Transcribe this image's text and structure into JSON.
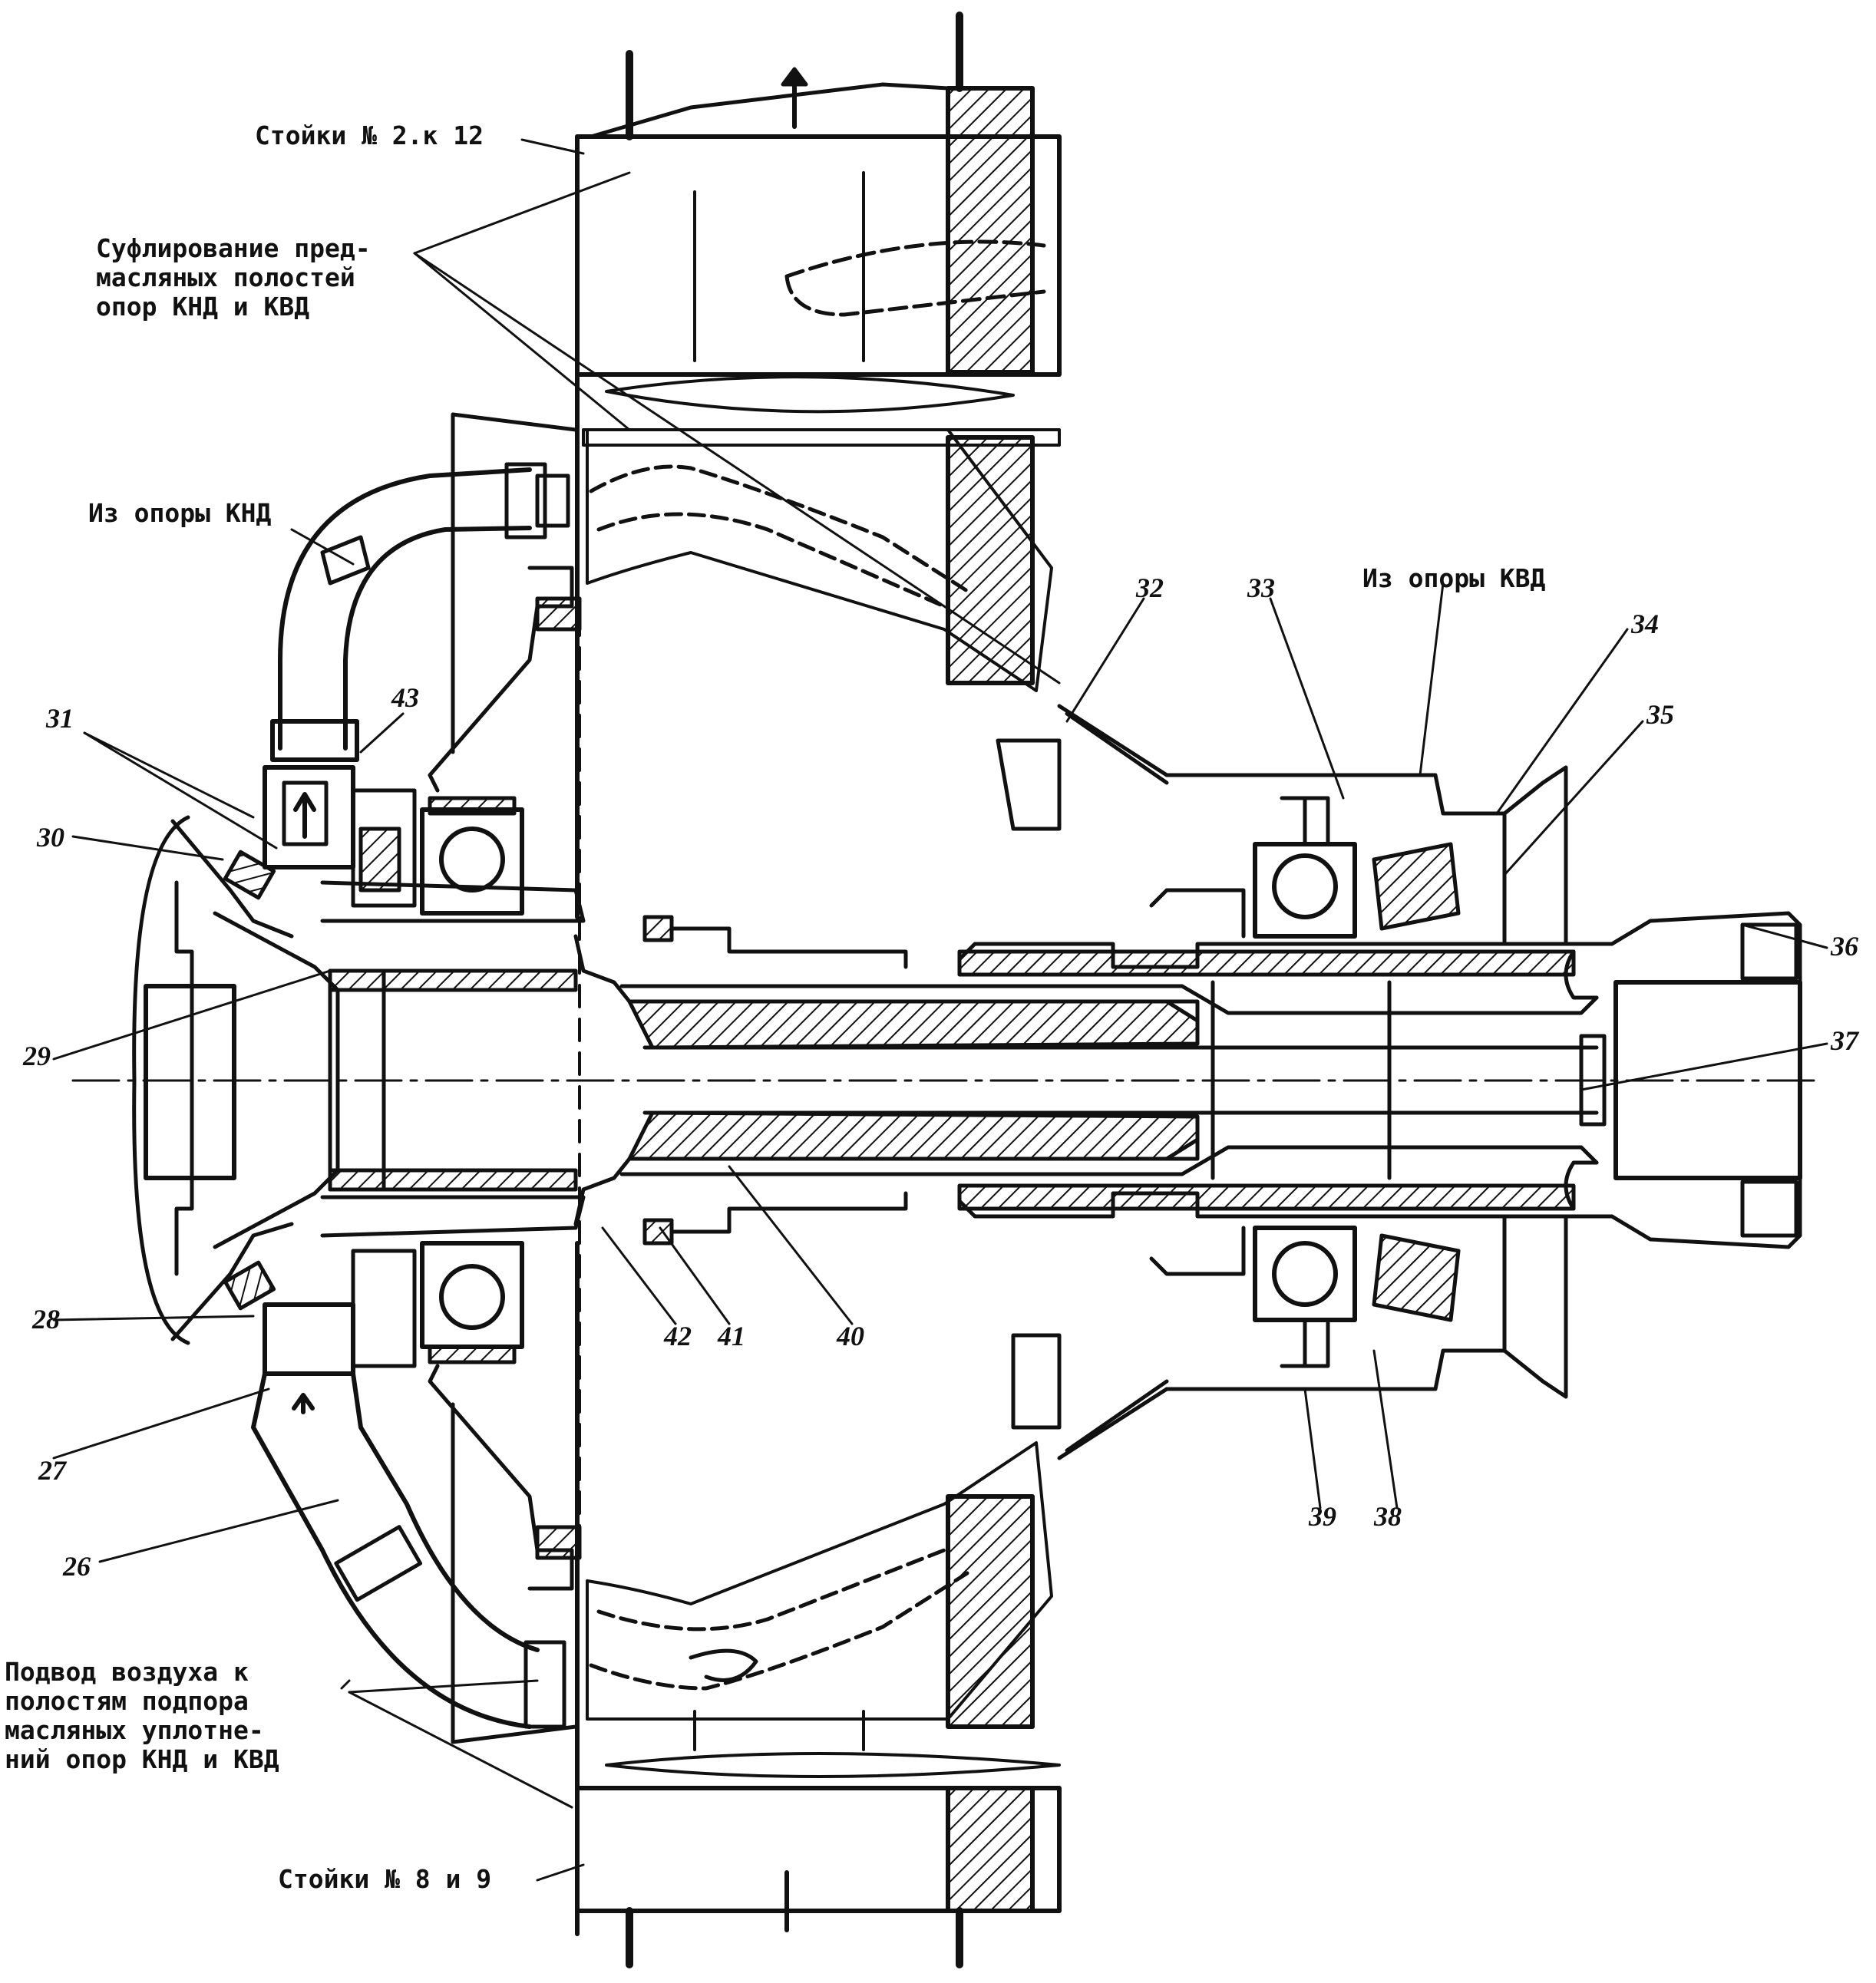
{
  "annotations": {
    "struts_top": "Стойки № 2.к 12",
    "blow_off": "Суфлирование пред-\nмасляных полостей\nопор КНД и КВД",
    "from_lpc": "Из опоры КНД",
    "from_hpc": "Из опоры КВД",
    "air_supply": "Подвод воздуха к\nполостям подпора\nмасляных уплотне-\nний опор КНД и КВД",
    "struts_bottom": "Стойки № 8 и 9"
  },
  "callouts": {
    "n26": "26",
    "n27": "27",
    "n28": "28",
    "n29": "29",
    "n30": "30",
    "n31": "31",
    "n32": "32",
    "n33": "33",
    "n34": "34",
    "n35": "35",
    "n36": "36",
    "n37": "37",
    "n38": "38",
    "n39": "39",
    "n40": "40",
    "n41": "41",
    "n42": "42",
    "n43": "43"
  }
}
